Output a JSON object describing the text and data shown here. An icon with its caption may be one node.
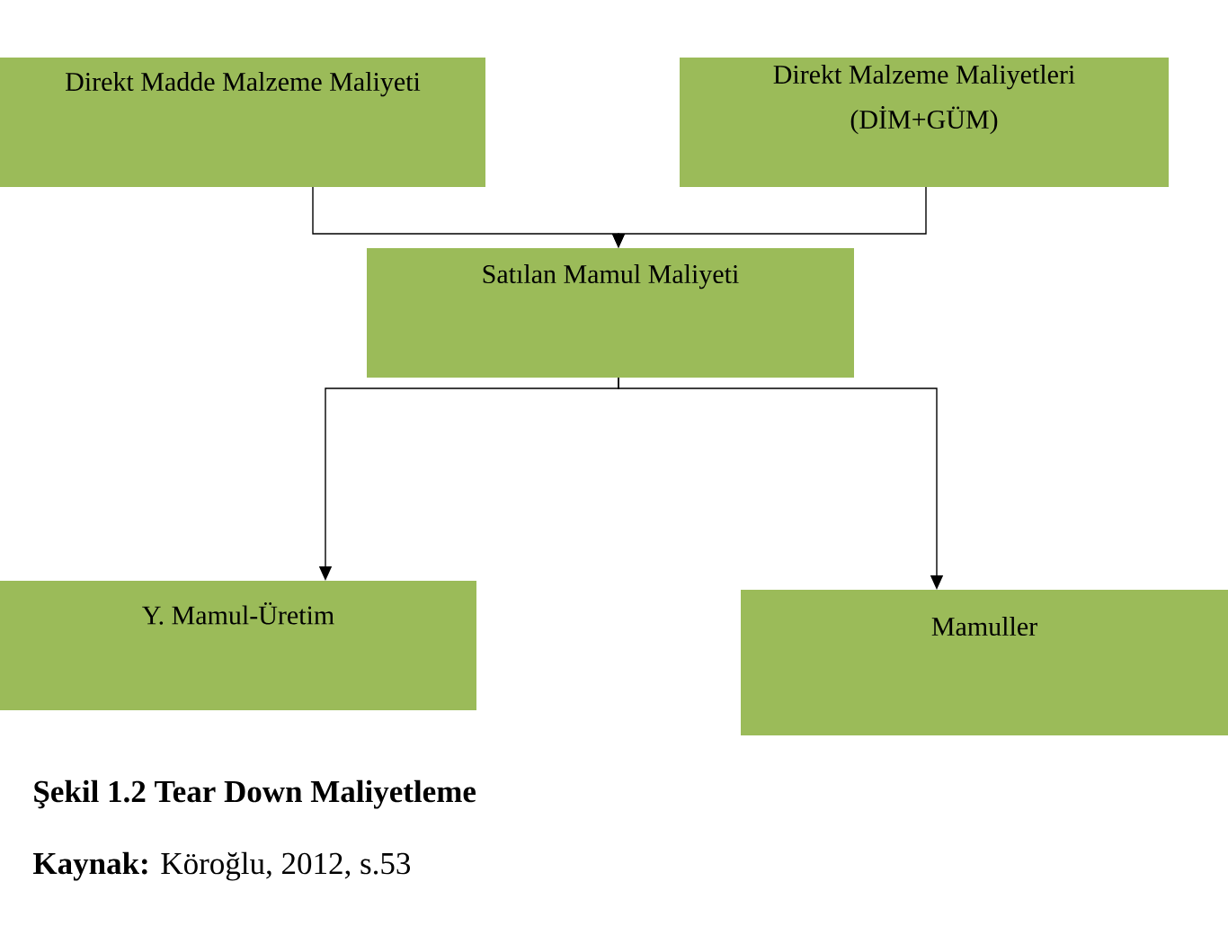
{
  "diagram": {
    "caption": "Şekil 1.2 Tear Down Maliyetleme",
    "nodes": [
      {
        "text": [
          "Direkt Madde Malzeme Maliyeti"
        ]
      },
      {
        "text": [
          "Direkt Malzeme Maliyetleri",
          "(DİM+GÜM)"
        ]
      },
      {
        "text": [
          "Satılan Mamul Maliyeti"
        ]
      },
      {
        "text": [
          "Y. Mamul-Üretim"
        ]
      },
      {
        "text": [
          "Mamuller"
        ]
      }
    ],
    "edges": [
      {
        "from": 0,
        "to": 2,
        "arrow": "to"
      },
      {
        "from": 1,
        "to": 2,
        "arrow": "to"
      },
      {
        "from": 2,
        "to": 3,
        "arrow": "to"
      },
      {
        "from": 2,
        "to": 4,
        "arrow": "to"
      }
    ],
    "labels": [
      "**Kaynak:** Köroğlu, 2012, s.53"
    ]
  }
}
